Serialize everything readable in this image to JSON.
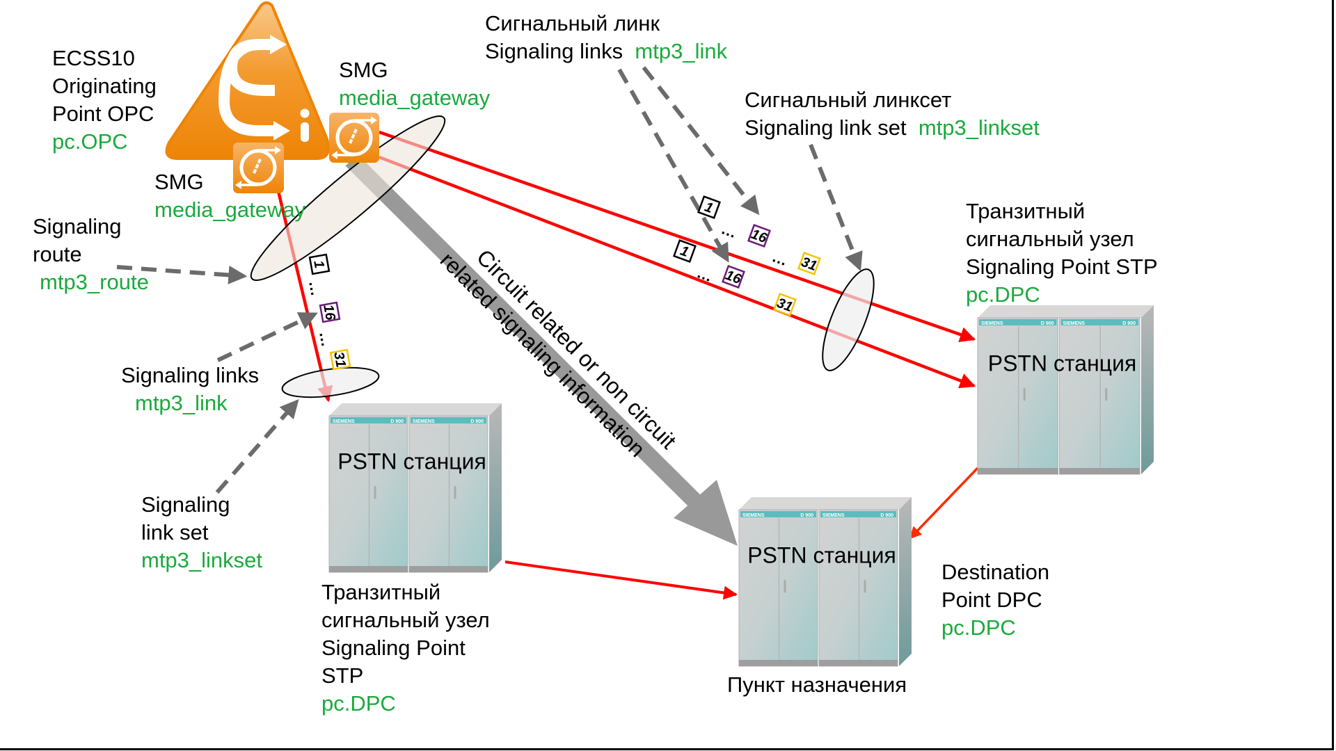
{
  "colors": {
    "label_green": "#1aaa3c",
    "signal_red": "#ff0000",
    "orange_brand": "#f08a12",
    "badge_first": "#000000",
    "badge_middle": "#6a1a7a",
    "badge_last": "#f5c400",
    "arrow_gray": "#999999",
    "dash_gray": "#6b6b6b"
  },
  "opc": {
    "lines": [
      "ECSS10",
      "Originating",
      "Point OPC"
    ],
    "param": "pc.OPC"
  },
  "smg_upper": {
    "title": "SMG",
    "param": "media_gateway"
  },
  "smg_lower": {
    "title": "SMG",
    "param": "media_gateway"
  },
  "route": {
    "lines": [
      "Signaling",
      "route"
    ],
    "param": "mtp3_route"
  },
  "left_links": {
    "title": "Signaling links",
    "param": "mtp3_link"
  },
  "left_linkset": {
    "lines": [
      "Signaling",
      "link set"
    ],
    "param": "mtp3_linkset"
  },
  "top_links": {
    "ru": "Сигнальный линк",
    "en": "Signaling links",
    "param": "mtp3_link"
  },
  "top_linkset": {
    "ru": "Сигнальный линксет",
    "en": "Signaling link set",
    "param": "mtp3_linkset"
  },
  "right_stp": {
    "lines": [
      "Транзитный",
      "сигнальный узел",
      "Signaling Point STP"
    ],
    "param": "pc.DPC"
  },
  "left_stp": {
    "lines": [
      "Транзитный",
      "сигнальный узел",
      "Signaling Point",
      "STP"
    ],
    "param": "pc.DPC"
  },
  "destination": {
    "lines": [
      "Destination",
      "Point DPC"
    ],
    "param": "pc.DPC",
    "caption": "Пункт назначения"
  },
  "stations": {
    "title": "PSTN станция",
    "brand": "SIEMENS",
    "model": "D 900"
  },
  "gray_arrow_text": [
    "Circuit related or non circuit",
    "related signaling information"
  ],
  "link_badges": {
    "first": "1",
    "middle": "16",
    "last": "31",
    "ellipsis": "…"
  },
  "icons": [
    "ecss10-logo-icon",
    "smg-gateway-icon",
    "phone-icon"
  ]
}
